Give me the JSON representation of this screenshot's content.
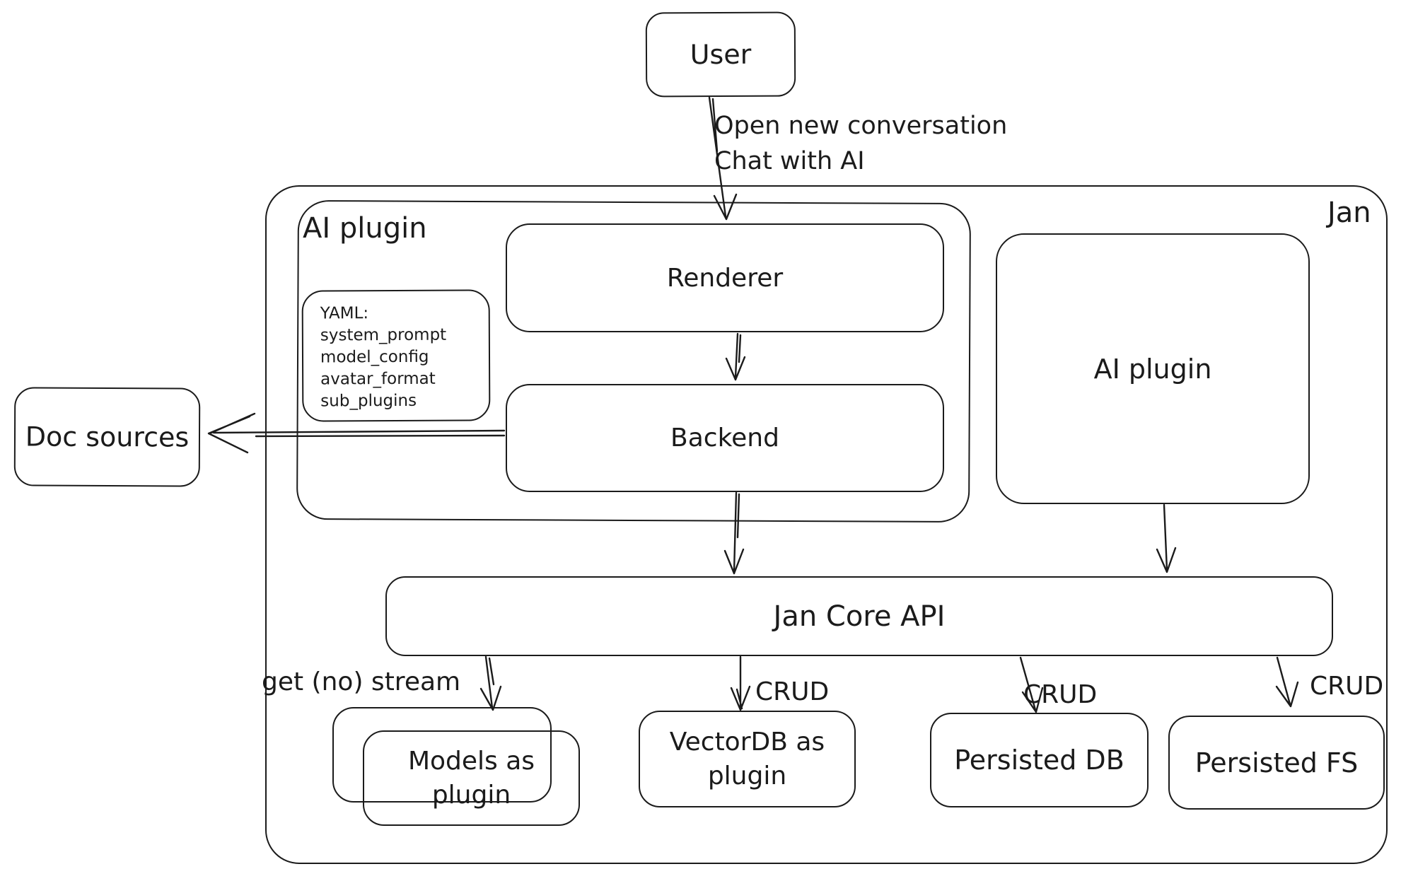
{
  "diagram": {
    "nodes": {
      "user": {
        "label": "User"
      },
      "jan_container": {
        "label": "Jan"
      },
      "ai_plugin_left": {
        "label": "AI plugin"
      },
      "renderer": {
        "label": "Renderer"
      },
      "backend": {
        "label": "Backend"
      },
      "yaml_note": {
        "lines": [
          "YAML:",
          "system_prompt",
          "model_config",
          "avatar_format",
          "sub_plugins"
        ]
      },
      "doc_sources": {
        "label": "Doc sources"
      },
      "ai_plugin_right": {
        "label": "AI plugin"
      },
      "jan_core_api": {
        "label": "Jan Core API"
      },
      "models_as_plugin": {
        "label": "Models as plugin"
      },
      "vectordb_as_plugin": {
        "label": "VectorDB as plugin"
      },
      "persisted_db": {
        "label": "Persisted DB"
      },
      "persisted_fs": {
        "label": "Persisted FS"
      }
    },
    "edges": {
      "user_to_renderer": {
        "lines": [
          "Open new conversation",
          "Chat with AI"
        ]
      },
      "jancore_to_models": {
        "label": "get (no) stream"
      },
      "jancore_to_vectordb": {
        "label": "CRUD"
      },
      "jancore_to_persisted_db": {
        "label": "CRUD"
      },
      "jancore_to_persisted_fs": {
        "label": "CRUD"
      }
    },
    "colors": {
      "stroke": "#1b1b1b",
      "background": "#ffffff"
    }
  }
}
